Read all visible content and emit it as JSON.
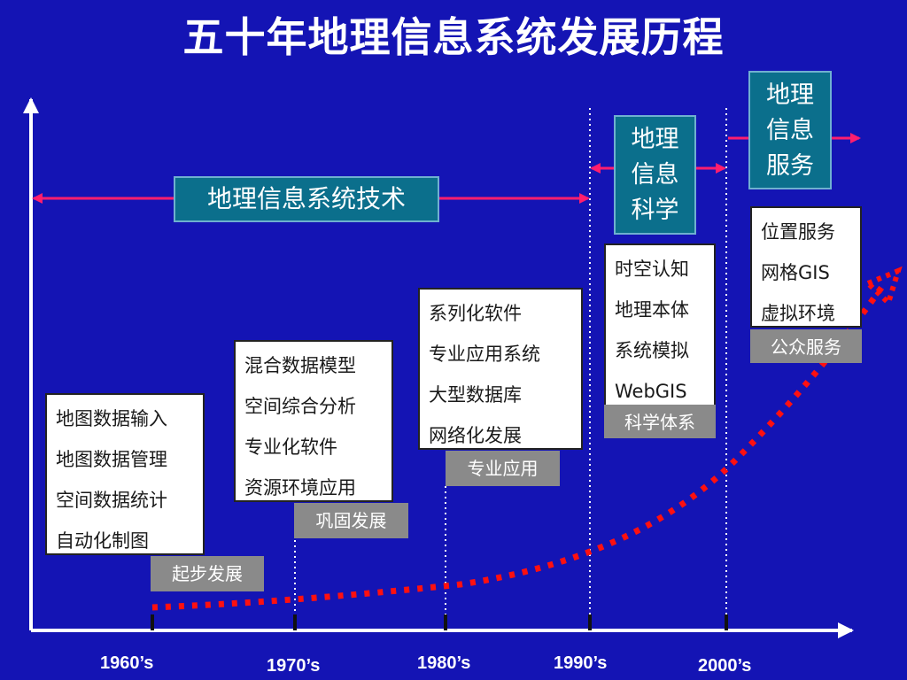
{
  "title": "五十年地理信息系统发展历程",
  "timeline": {
    "years": [
      "1960’s",
      "1970’s",
      "1980’s",
      "1990’s",
      "2000’s"
    ]
  },
  "eras": {
    "gis_technology": "地理信息系统技术",
    "gis_science": [
      "地理",
      "信息",
      "科学"
    ],
    "gis_service": [
      "地理",
      "信息",
      "服务"
    ]
  },
  "stages": [
    {
      "items": [
        "地图数据输入",
        "地图数据管理",
        "空间数据统计",
        "自动化制图"
      ],
      "label": "起步发展"
    },
    {
      "items": [
        "混合数据模型",
        "空间综合分析",
        "专业化软件",
        "资源环境应用"
      ],
      "label": "巩固发展"
    },
    {
      "items": [
        "系列化软件",
        "专业应用系统",
        "大型数据库",
        "网络化发展"
      ],
      "label": "专业应用"
    },
    {
      "items": [
        "时空认知",
        "地理本体",
        "系统模拟",
        "WebGIS"
      ],
      "label": "科学体系"
    },
    {
      "items": [
        "位置服务",
        "网格GIS",
        "虚拟环境"
      ],
      "label": "公众服务"
    }
  ],
  "colors": {
    "background": "#1414b4",
    "arrow": "#ff1e6e",
    "trend": "#ff1010",
    "teal_box": "#0b6f8c",
    "gray_label": "#8a8a8a"
  }
}
